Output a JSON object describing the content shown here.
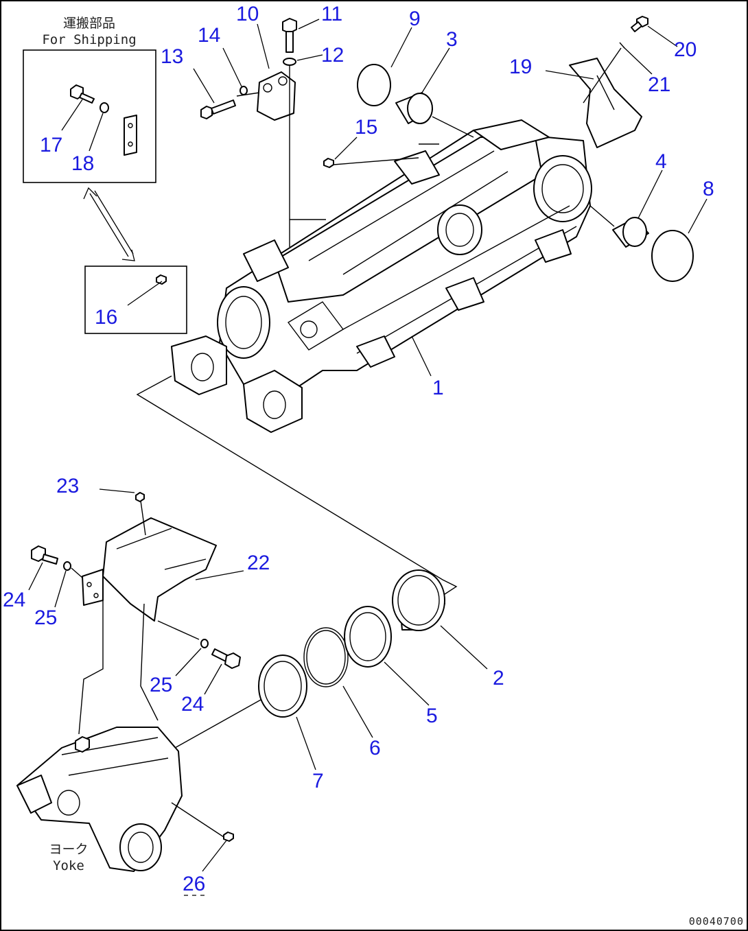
{
  "shipping_note": {
    "japanese": "運搬部品",
    "english": "For Shipping"
  },
  "yoke_note": {
    "japanese": "ヨーク",
    "english": "Yoke"
  },
  "figure_number": "00040700",
  "callouts": [
    {
      "id": "c1",
      "label": "1"
    },
    {
      "id": "c2",
      "label": "2"
    },
    {
      "id": "c3",
      "label": "3"
    },
    {
      "id": "c4",
      "label": "4"
    },
    {
      "id": "c5",
      "label": "5"
    },
    {
      "id": "c6",
      "label": "6"
    },
    {
      "id": "c7",
      "label": "7"
    },
    {
      "id": "c8",
      "label": "8"
    },
    {
      "id": "c9",
      "label": "9"
    },
    {
      "id": "c10",
      "label": "10"
    },
    {
      "id": "c11",
      "label": "11"
    },
    {
      "id": "c12",
      "label": "12"
    },
    {
      "id": "c13",
      "label": "13"
    },
    {
      "id": "c14",
      "label": "14"
    },
    {
      "id": "c15",
      "label": "15"
    },
    {
      "id": "c16",
      "label": "16"
    },
    {
      "id": "c17",
      "label": "17"
    },
    {
      "id": "c18",
      "label": "18"
    },
    {
      "id": "c19",
      "label": "19"
    },
    {
      "id": "c20",
      "label": "20"
    },
    {
      "id": "c21",
      "label": "21"
    },
    {
      "id": "c22",
      "label": "22"
    },
    {
      "id": "c23",
      "label": "23"
    },
    {
      "id": "c24a",
      "label": "24"
    },
    {
      "id": "c25a",
      "label": "25"
    },
    {
      "id": "c25b",
      "label": "25"
    },
    {
      "id": "c24b",
      "label": "24"
    },
    {
      "id": "c26",
      "label": "26"
    }
  ],
  "colors": {
    "callout": "#1a1adf",
    "line": "#000000",
    "background": "#ffffff"
  }
}
